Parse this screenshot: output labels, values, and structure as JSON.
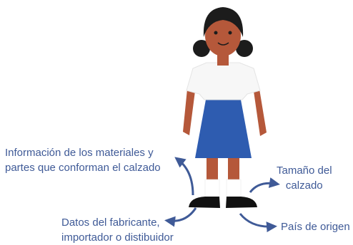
{
  "labels": {
    "materials": [
      "Información de los materiales y",
      "partes que conforman el calzado"
    ],
    "size": [
      "Tamaño del",
      "calzado"
    ],
    "maker": [
      "Datos del fabricante,",
      "importador o distibuidor"
    ],
    "origin": [
      "País de origen"
    ]
  },
  "colors": {
    "label_text": "#3f5a97",
    "arrow": "#3f5a97",
    "skin": "#b5583a",
    "hair": "#1c1c1c",
    "shirt": "#f7f7f7",
    "skirt": "#2e5cb0",
    "socks": "#ffffff",
    "shoes": "#111111"
  },
  "icons": [
    "girl-illustration",
    "arrow-icon"
  ]
}
